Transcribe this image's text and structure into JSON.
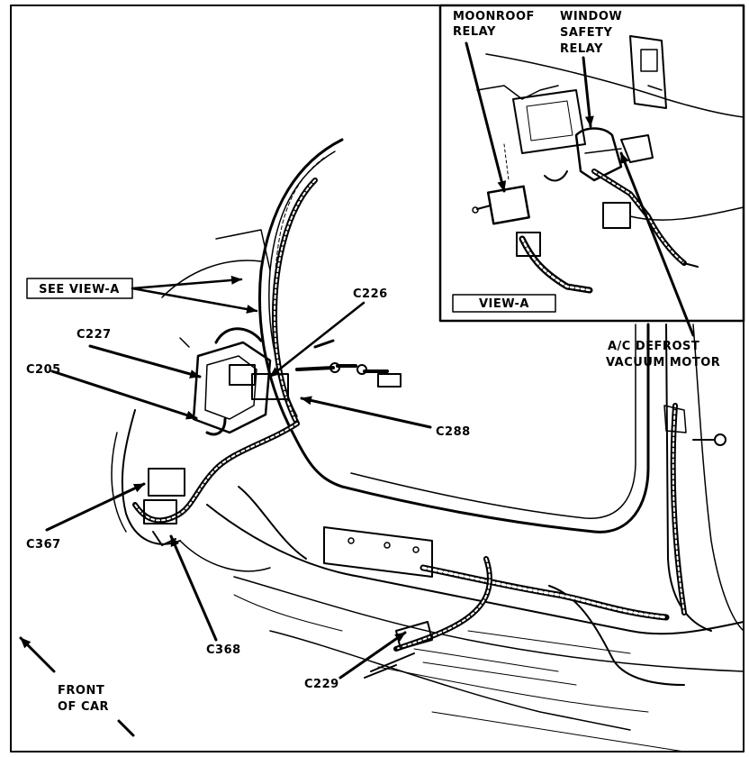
{
  "labels": {
    "see_view_a": "SEE VIEW-A",
    "view_a": "VIEW-A",
    "moonroof_relay_1": "MOONROOF",
    "moonroof_relay_2": "RELAY",
    "window_safety_relay_1": "WINDOW",
    "window_safety_relay_2": "SAFETY",
    "window_safety_relay_3": "RELAY",
    "ac_defrost_1": "A/C DEFROST",
    "ac_defrost_2": "VACUUM MOTOR",
    "c226": "C226",
    "c227": "C227",
    "c205": "C205",
    "c288": "C288",
    "c367": "C367",
    "c368": "C368",
    "c229": "C229",
    "front_of_car_1": "FRONT",
    "front_of_car_2": "OF CAR"
  },
  "colors": {
    "ink": "#000000",
    "paper": "#ffffff"
  }
}
